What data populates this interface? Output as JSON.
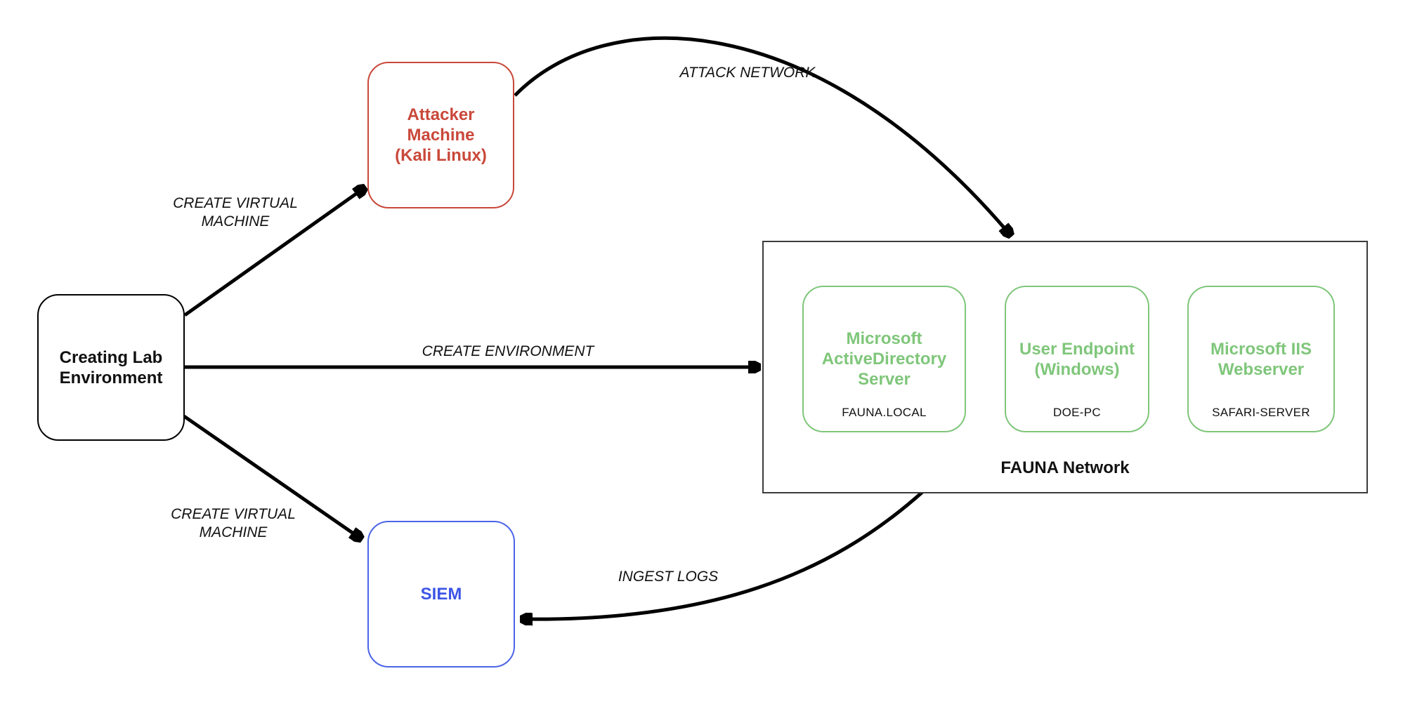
{
  "nodes": {
    "lab": {
      "label": "Creating Lab Environment"
    },
    "attacker": {
      "label": "Attacker Machine (Kali Linux)"
    },
    "siem": {
      "label": "SIEM"
    },
    "fauna_network": {
      "label": "FAUNA Network",
      "members": [
        {
          "title": "Microsoft ActiveDirectory Server",
          "hostname": "FAUNA.LOCAL"
        },
        {
          "title": "User Endpoint (Windows)",
          "hostname": "DOE-PC"
        },
        {
          "title": "Microsoft IIS Webserver",
          "hostname": "SAFARI-SERVER"
        }
      ]
    }
  },
  "edges": {
    "create_vm_attacker": {
      "label": "CREATE VIRTUAL MACHINE"
    },
    "create_environment": {
      "label": "CREATE ENVIRONMENT"
    },
    "create_vm_siem": {
      "label": "CREATE VIRTUAL MACHINE"
    },
    "attack_network": {
      "label": "ATTACK NETWORK"
    },
    "ingest_logs": {
      "label": "INGEST LOGS"
    }
  },
  "colors": {
    "attacker_red": "#C9483A",
    "network_green": "#7FC67A",
    "siem_blue": "#3C55E6",
    "arrow_black": "#000000",
    "fauna_border_gray": "#3C3C3C"
  }
}
